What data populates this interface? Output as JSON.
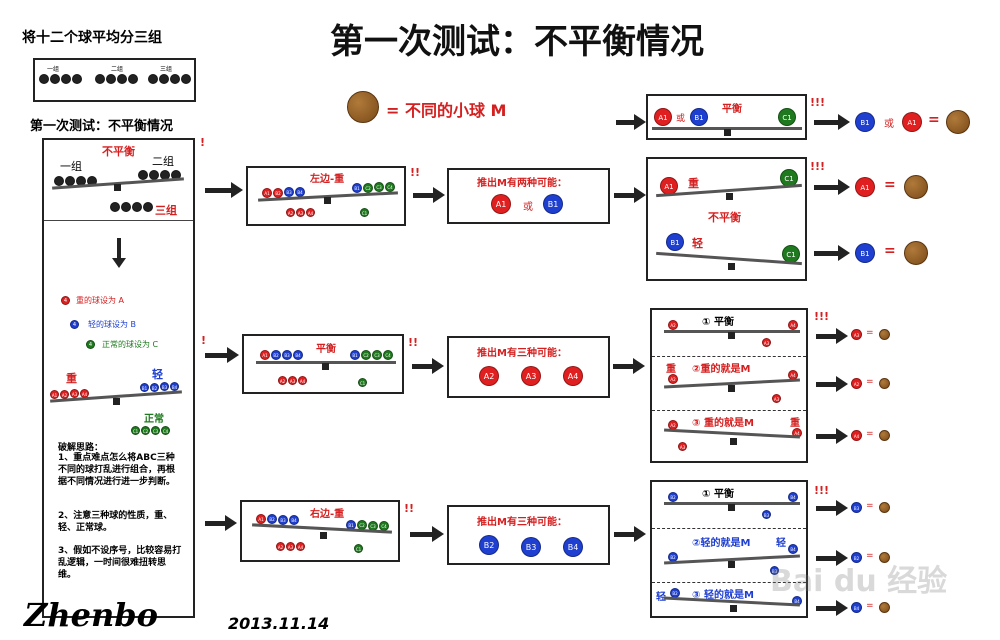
{
  "title": "第一次测试：不平衡情况",
  "top_left_title": "将十二个球平均分三组",
  "groups_box": {
    "g1": "一组",
    "g2": "二组",
    "g3": "三组"
  },
  "left_panel": {
    "heading": "第一次测试：不平衡情况",
    "unbalanced": "不平衡",
    "group1": "一组",
    "group2": "二组",
    "group3": "三组",
    "legend_A": "重的球设为 A",
    "legend_B": "轻的球设为 B",
    "legend_C": "正常的球设为 C",
    "heavy": "重",
    "light": "轻",
    "normal": "正常",
    "tips_title": "破解思路：",
    "tip1": "1、重点难点怎么将ABC三种不同的球打乱进行组合，再根据不同情况进行进一步判断。",
    "tip2": "2、注意三种球的性质，重、轻、正常球。",
    "tip3": "3、假如不设序号，比较容易打乱逻辑，一时间很难扭转思维。"
  },
  "legend_m": "= 不同的小球  M",
  "row1": {
    "scale_label": "左边-重",
    "deduce": "推出M有两种可能：",
    "or": "或",
    "balance": "平衡",
    "unbalance": "不平衡",
    "heavy": "重",
    "light": "轻"
  },
  "row2": {
    "scale_label": "平衡",
    "deduce": "推出M有三种可能：",
    "c1": "① 平衡",
    "c2": "②重的就是M",
    "c3": "③ 重的就是M",
    "heavy": "重"
  },
  "row3": {
    "scale_label": "右边-重",
    "deduce": "推出M有三种可能：",
    "c1": "① 平衡",
    "c2": "②轻的就是M",
    "c3": "③ 轻的就是M",
    "light": "轻"
  },
  "signature": "Zhenbo",
  "date": "2013.11.14",
  "watermark": "Bai du 经验",
  "ball_labels": {
    "A1": "A1",
    "A2": "A2",
    "A3": "A3",
    "A4": "A4",
    "B1": "B1",
    "B2": "B2",
    "B3": "B3",
    "B4": "B4",
    "C1": "C1",
    "C2": "C2",
    "C3": "C3",
    "C4": "C4"
  },
  "eq": "=",
  "exclaim": "!!!",
  "exclaim2": "!!",
  "exclaim1": "!"
}
